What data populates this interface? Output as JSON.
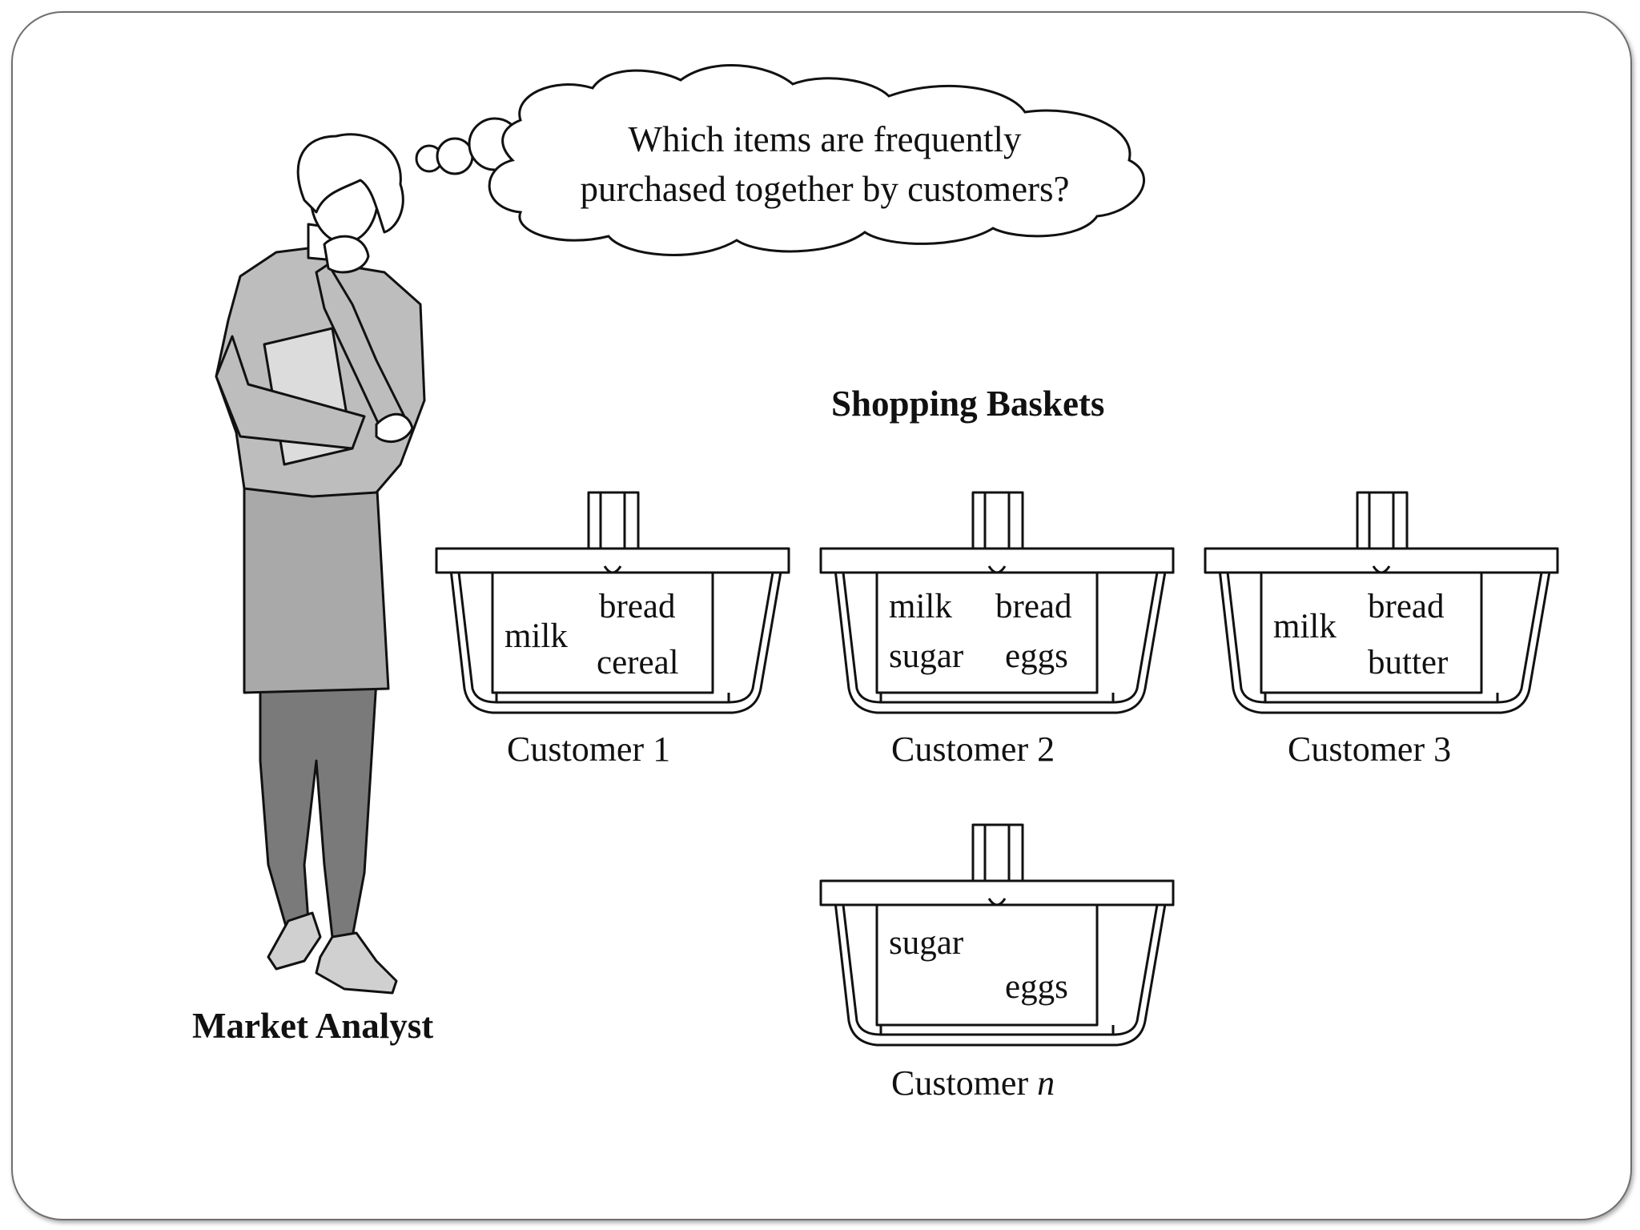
{
  "thought_bubble": {
    "line1": "Which items are frequently",
    "line2": "purchased together by customers?"
  },
  "analyst": {
    "label": "Market Analyst"
  },
  "baskets_title": "Shopping Baskets",
  "baskets": [
    {
      "customer_prefix": "Customer",
      "customer_id": "1",
      "items": [
        "milk",
        "bread",
        "cereal"
      ]
    },
    {
      "customer_prefix": "Customer",
      "customer_id": "2",
      "items": [
        "milk",
        "bread",
        "sugar",
        "eggs"
      ]
    },
    {
      "customer_prefix": "Customer",
      "customer_id": "3",
      "items": [
        "milk",
        "bread",
        "butter"
      ]
    },
    {
      "customer_prefix": "Customer",
      "customer_id": "n",
      "items": [
        "sugar",
        "eggs"
      ]
    }
  ],
  "colors": {
    "ink": "#111111",
    "figure_fill": "#bdbdbd",
    "legs_fill": "#7a7a7a",
    "border": "#6f6f6f"
  }
}
